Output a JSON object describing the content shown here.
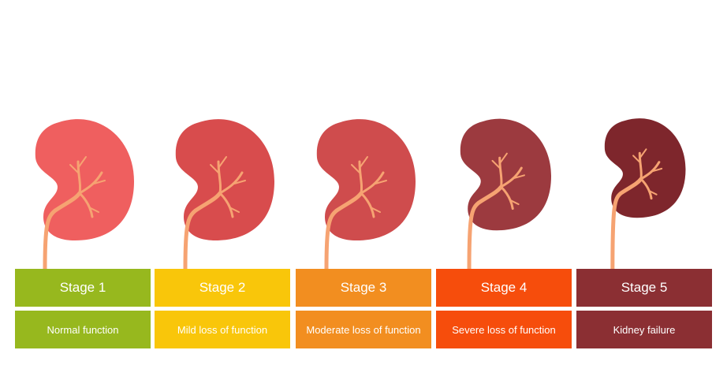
{
  "stages": [
    {
      "label": "Stage 1",
      "description": "Normal function",
      "color": "#97b81e",
      "kidney_color": "#ef5f5f",
      "icon": "kidney-icon"
    },
    {
      "label": "Stage 2",
      "description": "Mild loss of function",
      "color": "#f9c60a",
      "kidney_color": "#d84c4d",
      "icon": "kidney-icon"
    },
    {
      "label": "Stage 3",
      "description": "Moderate loss of function",
      "color": "#f28e20",
      "kidney_color": "#cf4c4d",
      "icon": "kidney-icon"
    },
    {
      "label": "Stage 4",
      "description": "Severe loss of function",
      "color": "#f64d0c",
      "kidney_color": "#9c3a3f",
      "icon": "kidney-icon"
    },
    {
      "label": "Stage 5",
      "description": "Kidney failure",
      "color": "#8b2f33",
      "kidney_color": "#7e262c",
      "icon": "kidney-icon"
    }
  ],
  "ureter_color": "#f6a372"
}
